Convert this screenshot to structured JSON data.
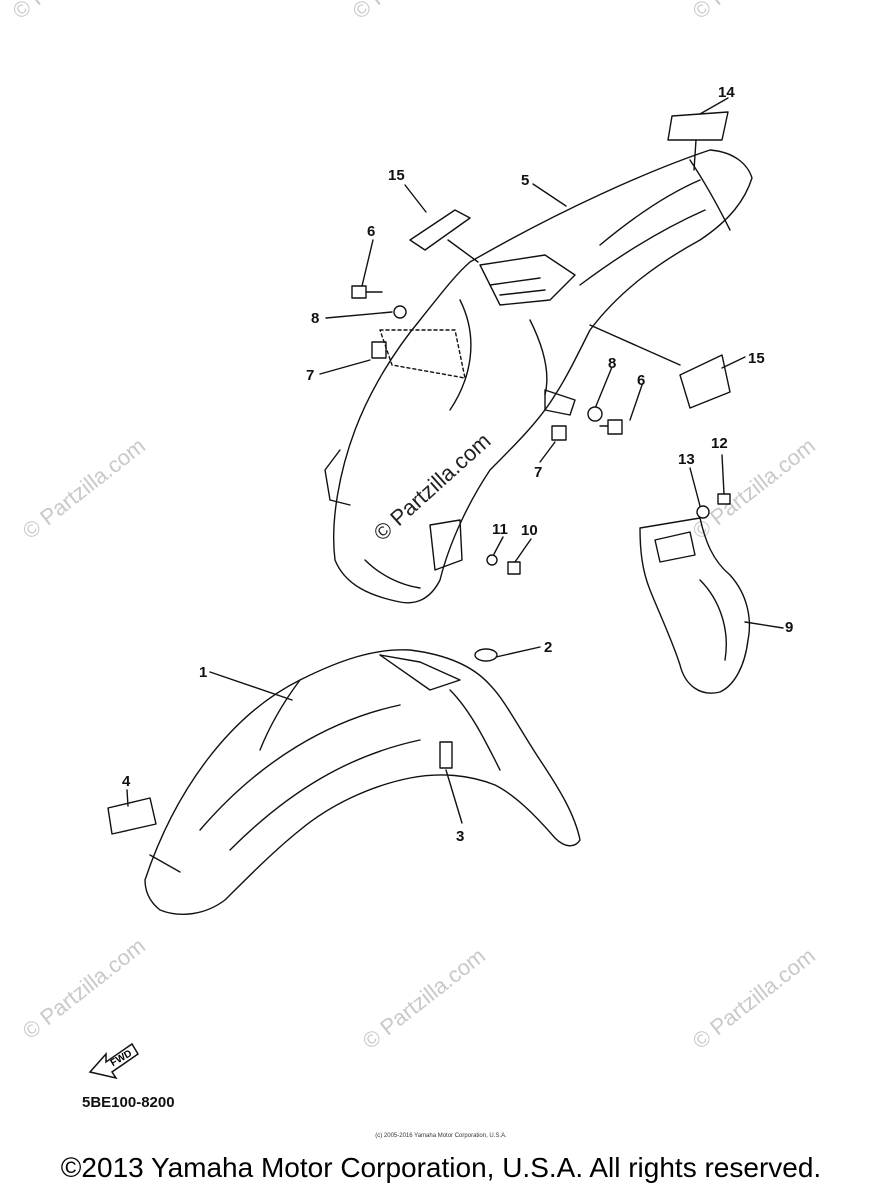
{
  "diagram": {
    "callouts": [
      {
        "id": "1",
        "label": "1"
      },
      {
        "id": "2",
        "label": "2"
      },
      {
        "id": "3",
        "label": "3"
      },
      {
        "id": "4",
        "label": "4"
      },
      {
        "id": "5",
        "label": "5"
      },
      {
        "id": "6a",
        "label": "6"
      },
      {
        "id": "6b",
        "label": "6"
      },
      {
        "id": "7a",
        "label": "7"
      },
      {
        "id": "7b",
        "label": "7"
      },
      {
        "id": "8a",
        "label": "8"
      },
      {
        "id": "8b",
        "label": "8"
      },
      {
        "id": "9",
        "label": "9"
      },
      {
        "id": "10",
        "label": "10"
      },
      {
        "id": "11",
        "label": "11"
      },
      {
        "id": "12",
        "label": "12"
      },
      {
        "id": "13",
        "label": "13"
      },
      {
        "id": "14",
        "label": "14"
      },
      {
        "id": "15a",
        "label": "15"
      },
      {
        "id": "15b",
        "label": "15"
      }
    ],
    "watermark_main": "© Partzilla.com",
    "watermark_faint": "© Partzilla.com",
    "fwd_label": "FWD",
    "part_code": "5BE100-8200",
    "fine_print": "(c) 2005-2016 Yamaha Motor Corporation, U.S.A.",
    "copyright": "©2013 Yamaha Motor Corporation, U.S.A. All rights reserved."
  }
}
